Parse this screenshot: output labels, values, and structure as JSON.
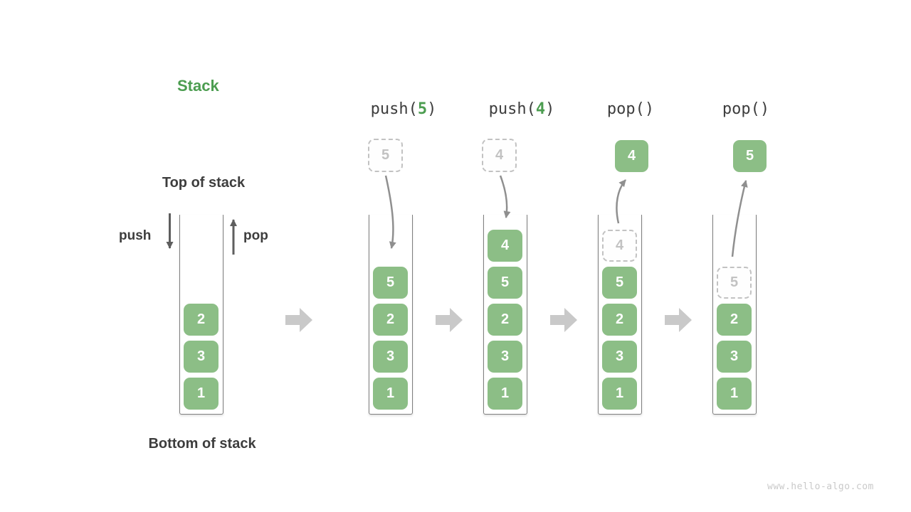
{
  "title": "Stack",
  "labels": {
    "top_of_stack": "Top of stack",
    "bottom_of_stack": "Bottom of stack",
    "push": "push",
    "pop": "pop"
  },
  "operations": [
    {
      "label_pre": "push(",
      "label_arg": "5",
      "label_post": ")",
      "float": {
        "value": "5",
        "style": "ghost"
      }
    },
    {
      "label_pre": "push(",
      "label_arg": "4",
      "label_post": ")",
      "float": {
        "value": "4",
        "style": "ghost"
      }
    },
    {
      "label_pre": "pop()",
      "label_arg": "",
      "label_post": "",
      "float": {
        "value": "4",
        "style": "solid"
      }
    },
    {
      "label_pre": "pop()",
      "label_arg": "",
      "label_post": "",
      "float": {
        "value": "5",
        "style": "solid"
      }
    }
  ],
  "stacks": [
    {
      "name": "initial",
      "cells_bottom_to_top": [
        {
          "value": "1",
          "style": "solid"
        },
        {
          "value": "3",
          "style": "solid"
        },
        {
          "value": "2",
          "style": "solid"
        }
      ]
    },
    {
      "name": "after-push-5",
      "cells_bottom_to_top": [
        {
          "value": "1",
          "style": "solid"
        },
        {
          "value": "3",
          "style": "solid"
        },
        {
          "value": "2",
          "style": "solid"
        },
        {
          "value": "5",
          "style": "solid"
        }
      ]
    },
    {
      "name": "after-push-4",
      "cells_bottom_to_top": [
        {
          "value": "1",
          "style": "solid"
        },
        {
          "value": "3",
          "style": "solid"
        },
        {
          "value": "2",
          "style": "solid"
        },
        {
          "value": "5",
          "style": "solid"
        },
        {
          "value": "4",
          "style": "solid"
        }
      ]
    },
    {
      "name": "after-pop-4",
      "cells_bottom_to_top": [
        {
          "value": "1",
          "style": "solid"
        },
        {
          "value": "3",
          "style": "solid"
        },
        {
          "value": "2",
          "style": "solid"
        },
        {
          "value": "5",
          "style": "solid"
        },
        {
          "value": "4",
          "style": "ghost"
        }
      ]
    },
    {
      "name": "after-pop-5",
      "cells_bottom_to_top": [
        {
          "value": "1",
          "style": "solid"
        },
        {
          "value": "3",
          "style": "solid"
        },
        {
          "value": "2",
          "style": "solid"
        },
        {
          "value": "5",
          "style": "ghost"
        }
      ]
    }
  ],
  "colors": {
    "accent_green": "#4c9d50",
    "cell_green": "#8cbe86",
    "ghost_gray": "#c2c2c2",
    "text_dark": "#3d3d3d",
    "arrow_gray": "#8f8f8f",
    "dark_arrow": "#5e5e5e",
    "block_arrow_gray": "#c9c9c9",
    "wall_gray": "#7f7f7f",
    "watermark_gray": "#c9c9c9"
  },
  "watermark": "www.hello-algo.com"
}
